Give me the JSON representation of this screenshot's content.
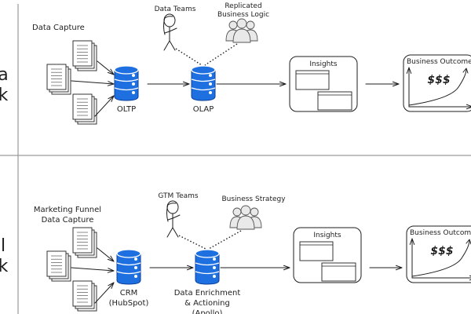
{
  "colors": {
    "database_fill": "#1e6fe0",
    "database_stroke": "#0b3f9a",
    "people_fill": "#e9e9e9",
    "ink": "#1e1e1e",
    "divider": "#9a9a9a"
  },
  "rows": [
    {
      "side_label": [
        "a",
        "k"
      ],
      "capture_label": [
        "Data Capture"
      ],
      "team_label": "Data Teams",
      "group_label": [
        "Replicated",
        "Business Logic"
      ],
      "db1_label": [
        "OLTP"
      ],
      "db2_label": [
        "OLAP"
      ],
      "insights_label": "Insights",
      "outcomes_label": "Business Outcomes",
      "money_label": "$$$"
    },
    {
      "side_label": [
        "l",
        "k"
      ],
      "capture_label": [
        "Marketing Funnel",
        "Data Capture"
      ],
      "team_label": "GTM Teams",
      "group_label": [
        "Business Strategy"
      ],
      "db1_label": [
        "CRM",
        "(HubSpot)"
      ],
      "db2_label": [
        "Data Enrichment",
        "& Actioning",
        "(Apollo)"
      ],
      "insights_label": "Insights",
      "outcomes_label": "Business Outcomes",
      "money_label": "$$$"
    }
  ],
  "icons": {
    "document": "document-stack-icon",
    "database": "database-icon",
    "person": "stick-figure-icon",
    "group": "people-group-icon",
    "panel": "dashboard-panel-icon",
    "chart": "growth-chart-icon"
  }
}
